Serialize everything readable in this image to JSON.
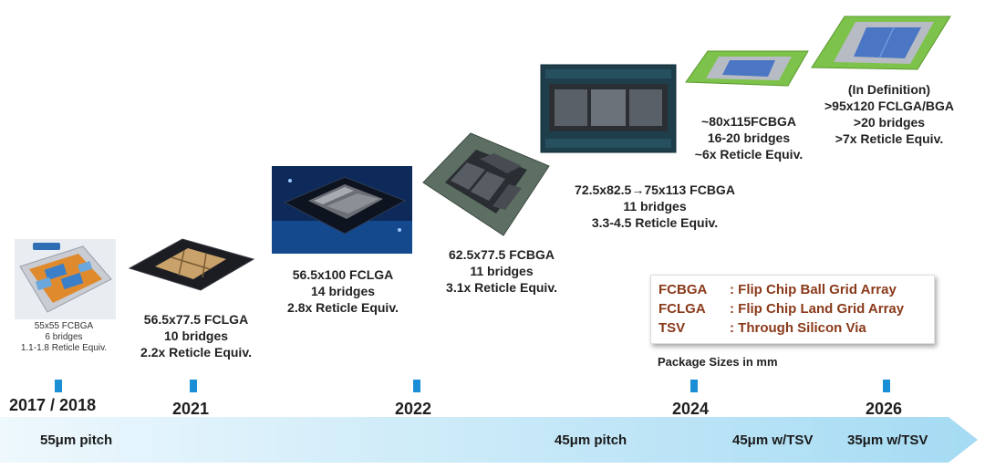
{
  "packages": [
    {
      "size": "55x55 FCBGA",
      "bridges": "6 bridges",
      "reticle": "1.1-1.8 Reticle Equiv."
    },
    {
      "size": "56.5x77.5 FCLGA",
      "bridges": "10 bridges",
      "reticle": "2.2x Reticle Equiv."
    },
    {
      "size": "56.5x100 FCLGA",
      "bridges": "14 bridges",
      "reticle": "2.8x Reticle Equiv."
    },
    {
      "size": "62.5x77.5 FCBGA",
      "bridges": "11 bridges",
      "reticle": "3.1x Reticle Equiv."
    },
    {
      "size": "72.5x82.5→75x113 FCBGA",
      "bridges": "11 bridges",
      "reticle": "3.3-4.5 Reticle Equiv."
    },
    {
      "size": "~80x115FCBGA",
      "bridges": "16-20 bridges",
      "reticle": "~6x Reticle Equiv."
    },
    {
      "note": "(In Definition)",
      "size": ">95x120 FCLGA/BGA",
      "bridges": ">20 bridges",
      "reticle": ">7x Reticle Equiv."
    }
  ],
  "legend": [
    {
      "abbr": "FCBGA",
      "definition": ": Flip Chip Ball Grid Array"
    },
    {
      "abbr": "FCLGA",
      "definition": ": Flip Chip Land Grid Array"
    },
    {
      "abbr": "TSV",
      "definition": ": Through Silicon Via"
    }
  ],
  "units_note": "Package Sizes in mm",
  "timeline": {
    "years": [
      "2017 / 2018",
      "2021",
      "2022",
      "2024",
      "2026"
    ],
    "pitches": [
      "55μm pitch",
      "45μm pitch",
      "45μm w/TSV",
      "35μm w/TSV"
    ]
  },
  "colors": {
    "tick": "#1b8fd6",
    "arrow_start": "#eaf6fc",
    "arrow_end": "#a9dcf2",
    "legend_text": "#8a3a1a"
  }
}
